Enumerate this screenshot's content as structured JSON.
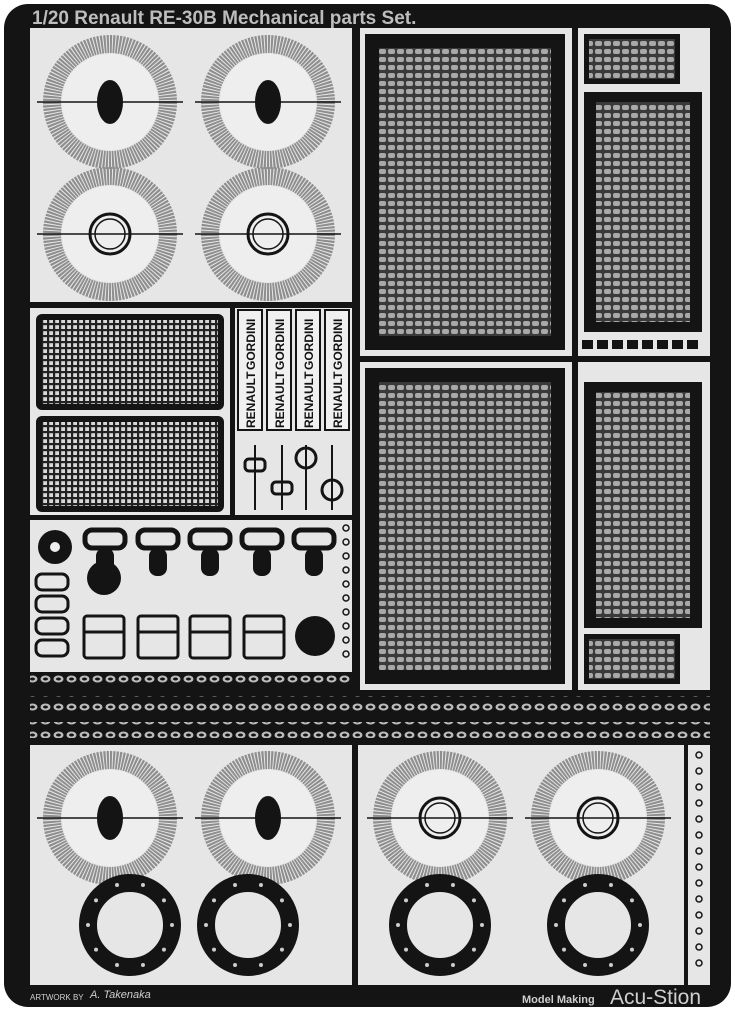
{
  "sheet": {
    "title": "1/20 Renault RE-30B Mechanical parts Set.",
    "badges": [
      {
        "top": "RENAULT",
        "bottom": "GORDINI"
      },
      {
        "top": "RENAULT",
        "bottom": "GORDINI"
      },
      {
        "top": "RENAULT",
        "bottom": "GORDINI"
      },
      {
        "top": "RENAULT",
        "bottom": "GORDINI"
      }
    ],
    "footer": {
      "artwork_label": "ARTWORK BY",
      "artist": "A. Takenaka",
      "maker_label": "Model Making",
      "brand": "Acu-Stion"
    }
  },
  "colors": {
    "frame": "#141414",
    "panel": "#e6e6e6",
    "mesh": "#8a8a8a",
    "metal": "#9a9a9a"
  }
}
